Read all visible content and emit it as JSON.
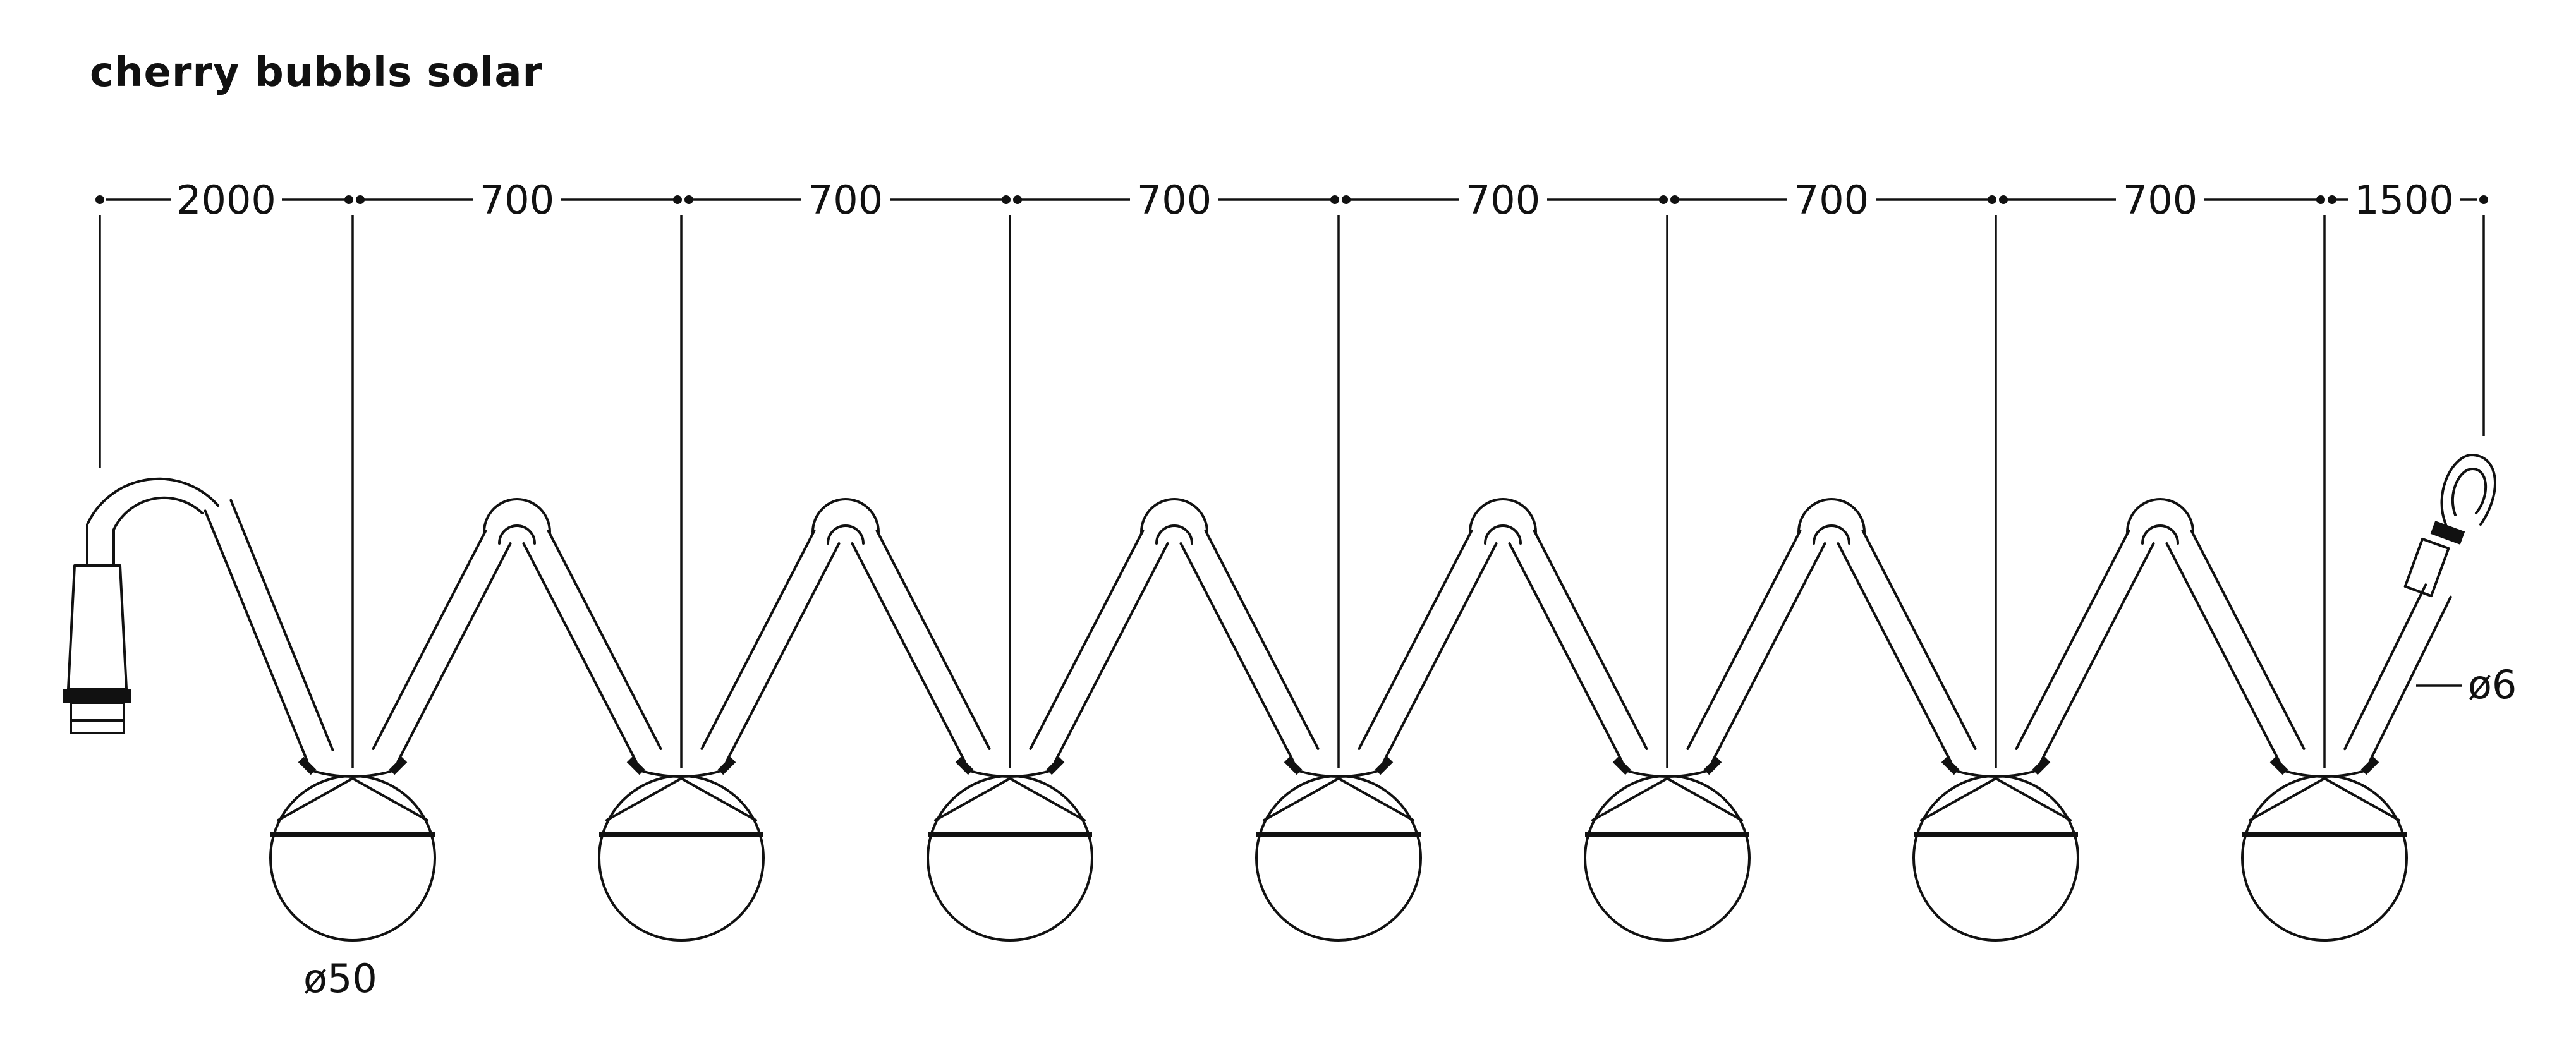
{
  "title": "cherry bubbls solar",
  "segments": [
    "2000",
    "700",
    "700",
    "700",
    "700",
    "700",
    "700",
    "1500"
  ],
  "bulb_diameter_label": "ø50",
  "cable_diameter_label": "ø6",
  "bulb_count": 7,
  "colors": {
    "line": "#111111",
    "background": "#ffffff"
  }
}
